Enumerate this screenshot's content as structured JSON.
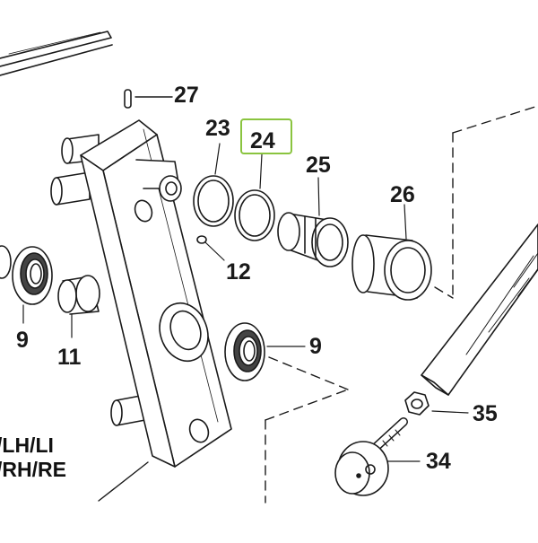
{
  "diagram": {
    "highlight_color": "#8ac43f",
    "line_color": "#1a1a1a",
    "labels": {
      "p27": "27",
      "p23": "23",
      "p24": "24",
      "p25": "25",
      "p26": "26",
      "p12": "12",
      "p9_left": "9",
      "p11": "11",
      "p9_right": "9",
      "p35": "35",
      "p34": "34"
    },
    "side_labels": {
      "line1": "/LH/LI",
      "line2": "/RH/RE"
    },
    "highlighted_part": "24"
  }
}
